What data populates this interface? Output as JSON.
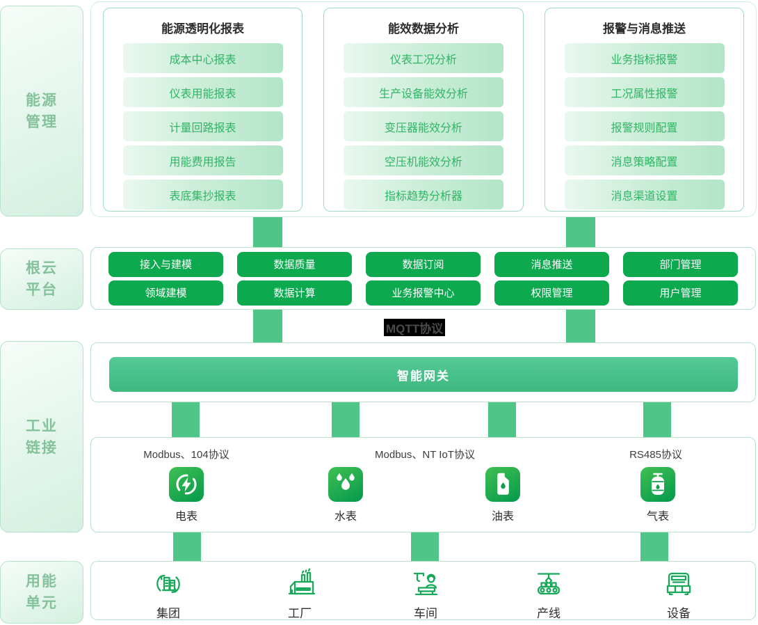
{
  "sidebar": {
    "items": [
      {
        "id": "energy-management",
        "line1": "能源",
        "line2": "管理"
      },
      {
        "id": "rootcloud-platform",
        "line1": "根云",
        "line2": "平台"
      },
      {
        "id": "industrial-link",
        "line1": "工业",
        "line2": "链接"
      },
      {
        "id": "energy-unit",
        "line1": "用能",
        "line2": "单元"
      }
    ]
  },
  "top_cards": [
    {
      "title": "能源透明化报表",
      "items": [
        "成本中心报表",
        "仪表用能报表",
        "计量回路报表",
        "用能费用报告",
        "表底集抄报表"
      ]
    },
    {
      "title": "能效数据分析",
      "items": [
        "仪表工况分析",
        "生产设备能效分析",
        "变压器能效分析",
        "空压机能效分析",
        "指标趋势分析器"
      ]
    },
    {
      "title": "报警与消息推送",
      "items": [
        "业务指标报警",
        "工况属性报警",
        "报警规则配置",
        "消息策略配置",
        "消息渠道设置"
      ]
    }
  ],
  "platform": {
    "rows": [
      [
        "接入与建模",
        "数据质量",
        "数据订阅",
        "消息推送",
        "部门管理"
      ],
      [
        "领域建模",
        "数据计算",
        "业务报警中心",
        "权限管理",
        "用户管理"
      ]
    ]
  },
  "mqtt_label": "MQTT协议",
  "gateway": {
    "label": "智能网关"
  },
  "industrial": {
    "protocols": [
      "Modbus、104协议",
      "Modbus、NT IoT协议",
      "RS485协议"
    ],
    "meters": [
      {
        "label": "电表",
        "icon": "electric-meter-icon"
      },
      {
        "label": "水表",
        "icon": "water-meter-icon"
      },
      {
        "label": "油表",
        "icon": "oil-meter-icon"
      },
      {
        "label": "气表",
        "icon": "gas-meter-icon"
      }
    ]
  },
  "units": [
    {
      "label": "集团",
      "icon": "group-icon"
    },
    {
      "label": "工厂",
      "icon": "factory-icon"
    },
    {
      "label": "车间",
      "icon": "workshop-icon"
    },
    {
      "label": "产线",
      "icon": "production-line-icon"
    },
    {
      "label": "设备",
      "icon": "equipment-icon"
    }
  ],
  "colors": {
    "accent_green": "#0ca94f",
    "connector_green": "#4fc687",
    "chip_text_green": "#2fb564",
    "sidebar_text_green": "#85c29c",
    "gateway_gradient_start": "#54c997",
    "gateway_gradient_end": "#3eb97f"
  }
}
